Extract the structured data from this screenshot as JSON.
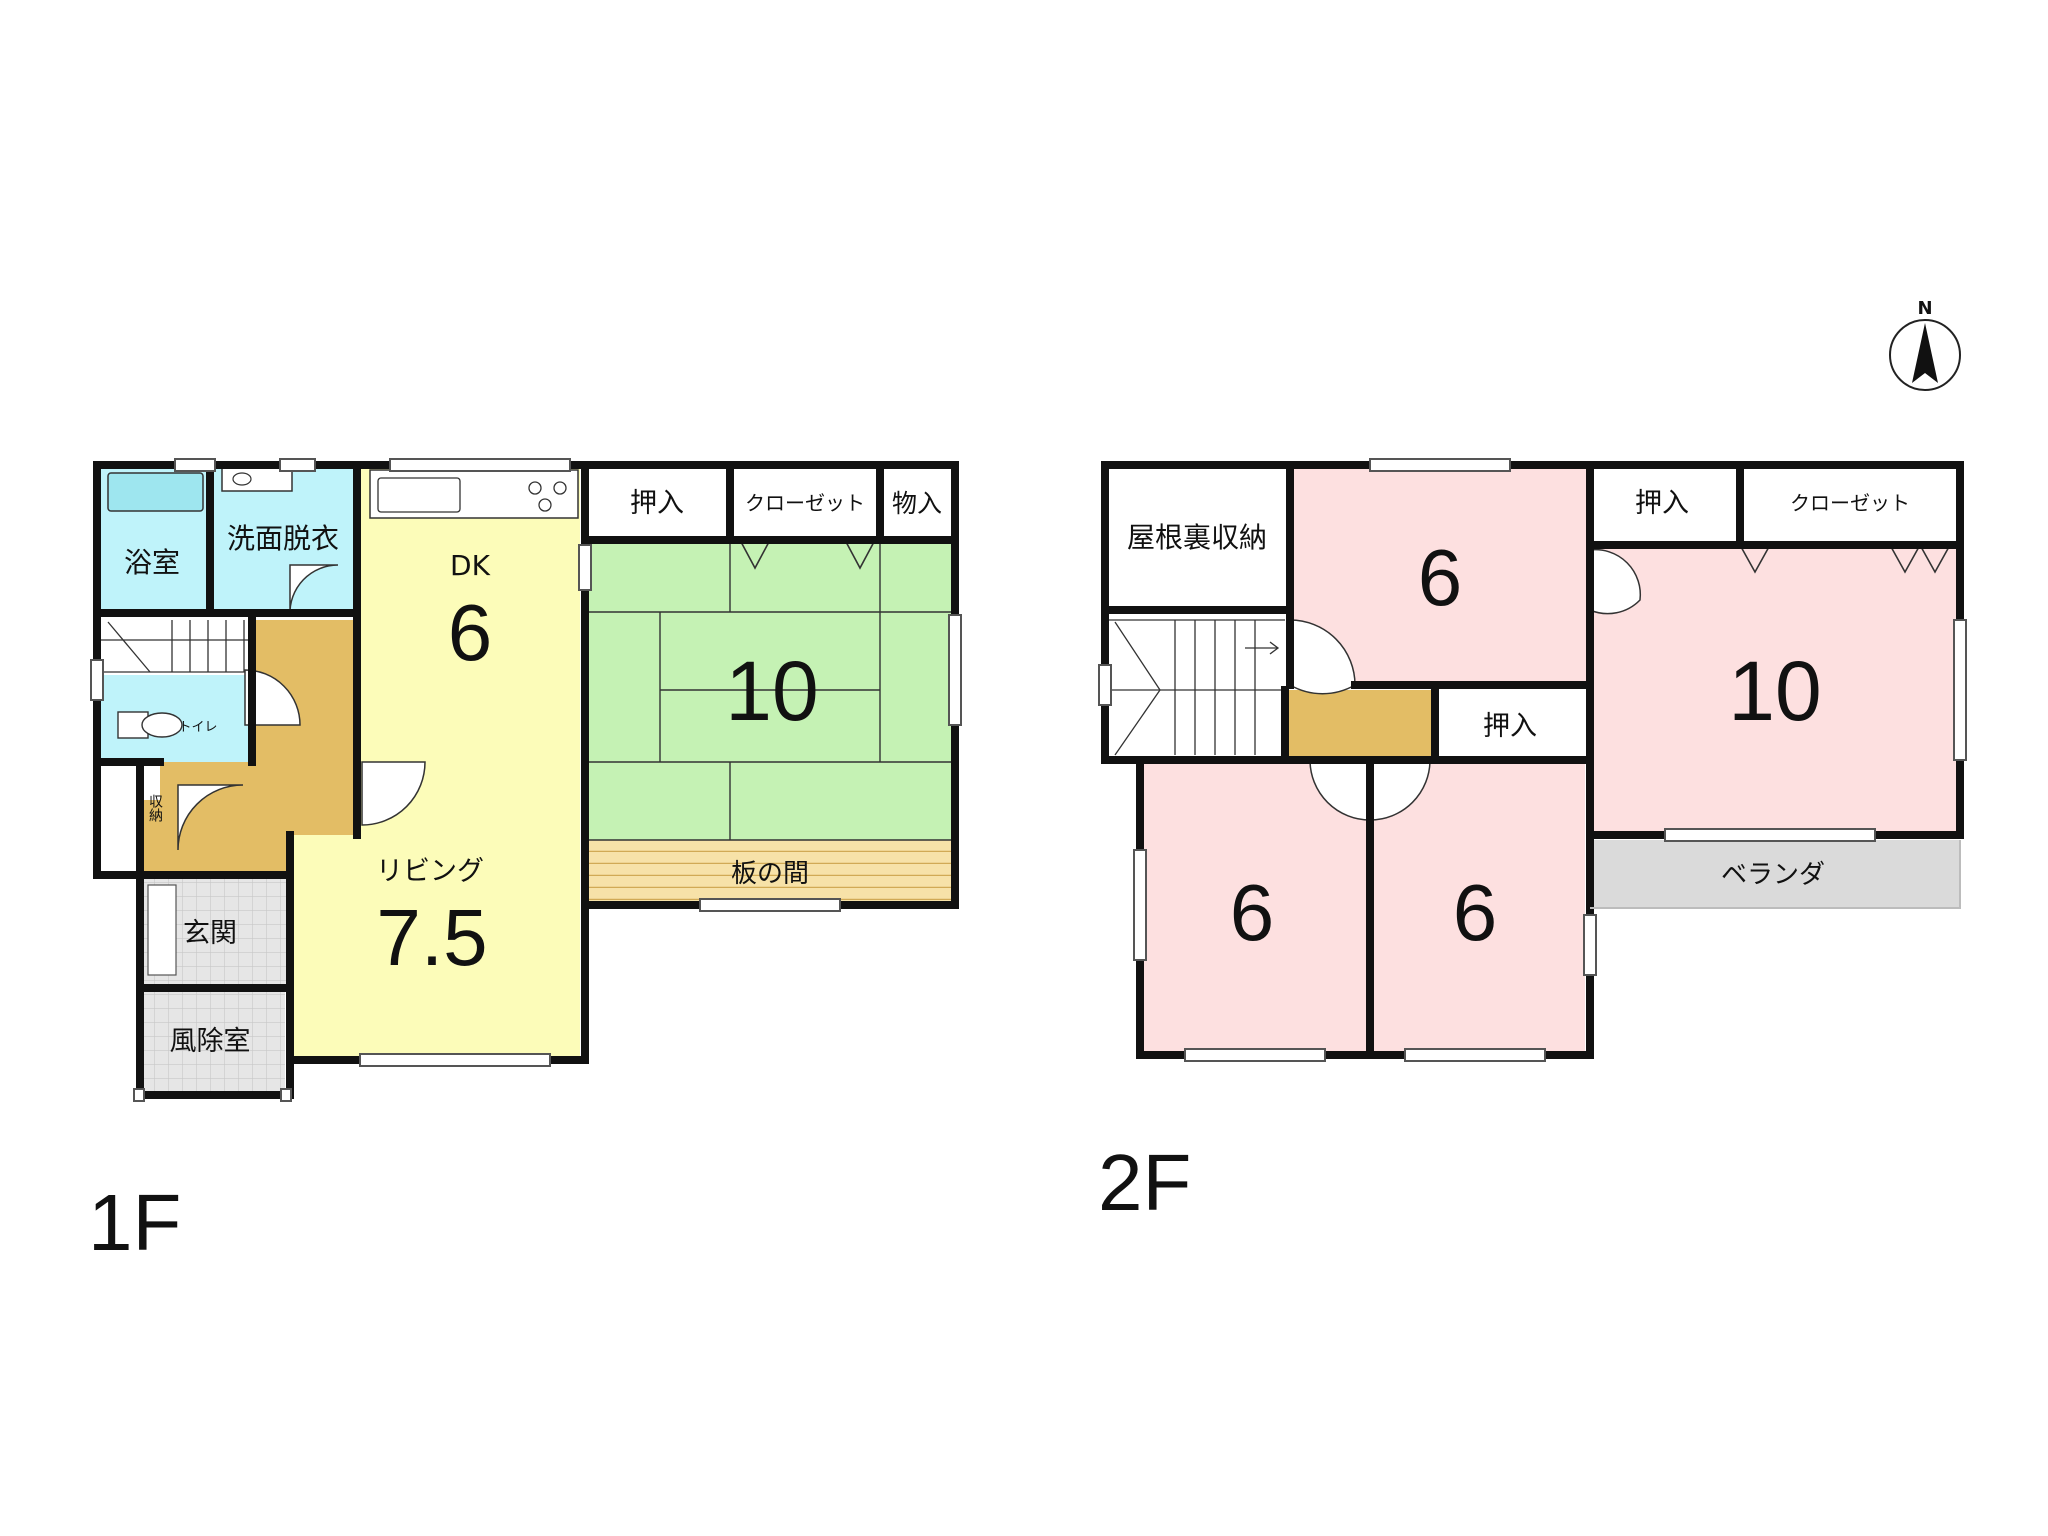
{
  "compass": {
    "label": "N"
  },
  "floor1": {
    "label": "1F",
    "rooms": {
      "bath": "浴室",
      "washroom": "洗面脱衣",
      "toilet": "トイレ",
      "storage_small": "収納",
      "entrance": "玄関",
      "windbreak": "風除室",
      "dk_label": "DK",
      "dk_size": "6",
      "living_label": "リビング",
      "living_size": "7.5",
      "japanese_size": "10",
      "oshiire": "押入",
      "closet": "クローゼット",
      "monoire": "物入",
      "itanoma": "板の間"
    }
  },
  "floor2": {
    "label": "2F",
    "rooms": {
      "attic_storage": "屋根裏収納",
      "room_north_size": "6",
      "oshiire_east": "押入",
      "closet": "クローゼット",
      "room_east_size": "10",
      "oshiire_center": "押入",
      "room_sw_size": "6",
      "room_se_size": "6",
      "veranda": "ベランダ"
    }
  },
  "colors": {
    "wet_area": "#bff3fa",
    "hall": "#e3bd65",
    "living": "#fcfcb9",
    "tatami": "#c5f2b4",
    "itanoma": "#f7e2a8",
    "bedroom": "#fde0e0",
    "veranda": "#dadada",
    "entrance_tile": "#e6e6e6",
    "wall": "#111111"
  }
}
